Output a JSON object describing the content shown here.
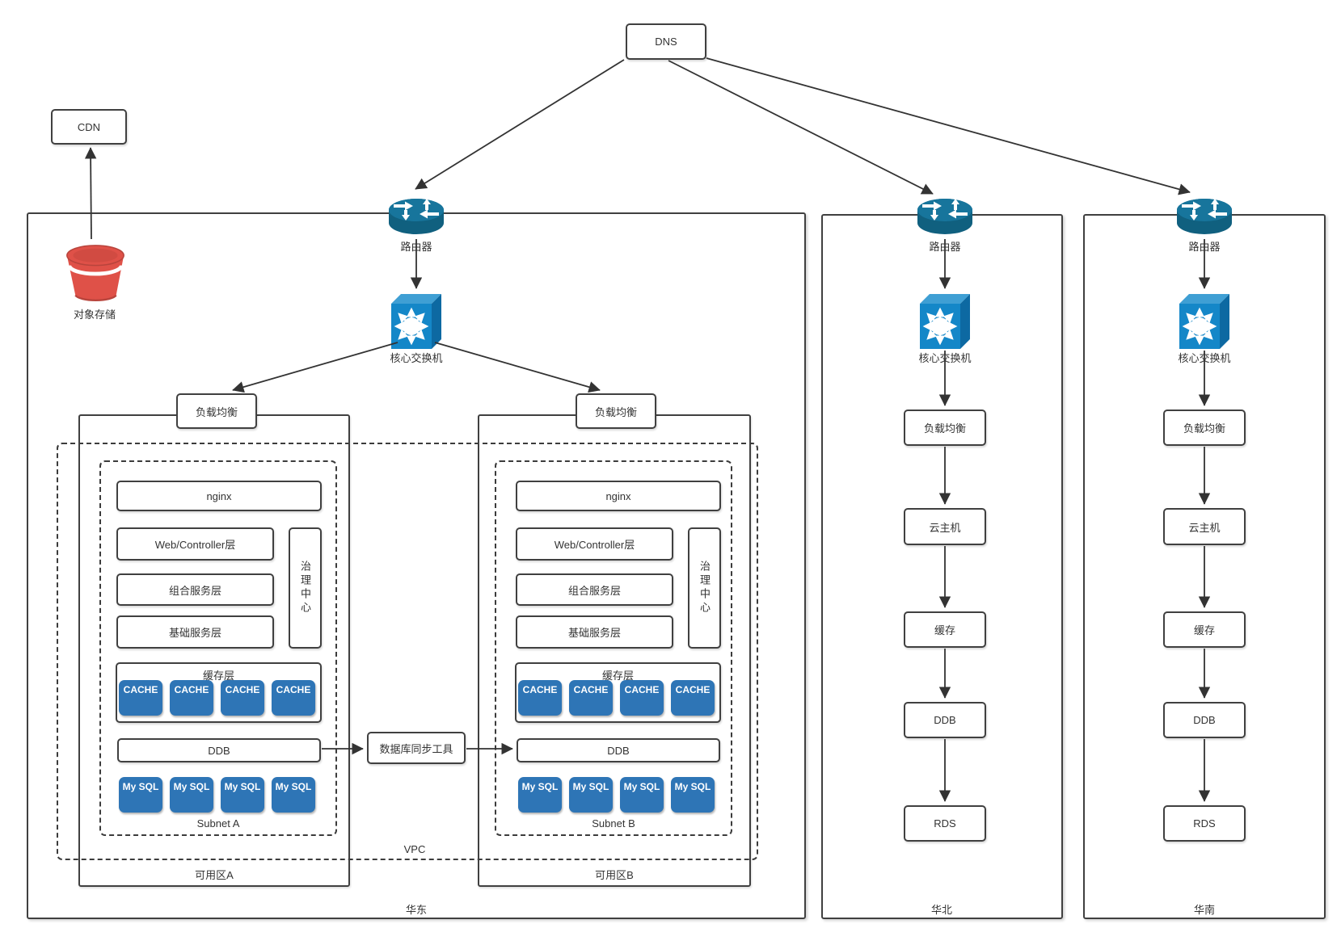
{
  "labels": {
    "dns": "DNS",
    "cdn": "CDN",
    "object_storage": "对象存储",
    "router": "路由器",
    "core_switch": "核心交换机",
    "load_balancer": "负载均衡",
    "nginx": "nginx",
    "web_controller_layer": "Web/Controller层",
    "composite_service_layer": "组合服务层",
    "basic_service_layer": "基础服务层",
    "governance_center": "治理中心",
    "cache_layer": "缓存层",
    "cache_node": "CACHE",
    "ddb": "DDB",
    "mysql_node": "My SQL",
    "db_sync_tool": "数据库同步工具",
    "vpc": "VPC",
    "subnet_a": "Subnet A",
    "subnet_b": "Subnet B",
    "zone_a": "可用区A",
    "zone_b": "可用区B",
    "region_east": "华东",
    "region_north": "华北",
    "region_south": "华南",
    "cloud_host": "云主机",
    "cache": "缓存",
    "rds": "RDS"
  },
  "colors": {
    "node_blue": "#2e75b6",
    "router_fill": "#17759c",
    "switch_fill": "#1487c8",
    "bucket_red": "#df5148",
    "line": "#333333"
  },
  "connections": [
    "DNS→路由器(华东)",
    "DNS→路由器(华北)",
    "DNS→路由器(华南)",
    "对象存储→CDN",
    "路由器(华东)→核心交换机(华东)",
    "核心交换机(华东)→负载均衡(可用区A)",
    "核心交换机(华东)→负载均衡(可用区B)",
    "DDB(可用区A)→数据库同步工具",
    "数据库同步工具→DDB(可用区B)",
    "路由器(华北)→核心交换机(华北)",
    "核心交换机(华北)→负载均衡(华北)",
    "负载均衡(华北)→云主机(华北)",
    "云主机(华北)→缓存(华北)",
    "缓存(华北)→DDB(华北)",
    "DDB(华北)→RDS(华北)",
    "路由器(华南)→核心交换机(华南)",
    "核心交换机(华南)→负载均衡(华南)",
    "负载均衡(华南)→云主机(华南)",
    "云主机(华南)→缓存(华南)",
    "缓存(华南)→DDB(华南)",
    "DDB(华南)→RDS(华南)"
  ]
}
